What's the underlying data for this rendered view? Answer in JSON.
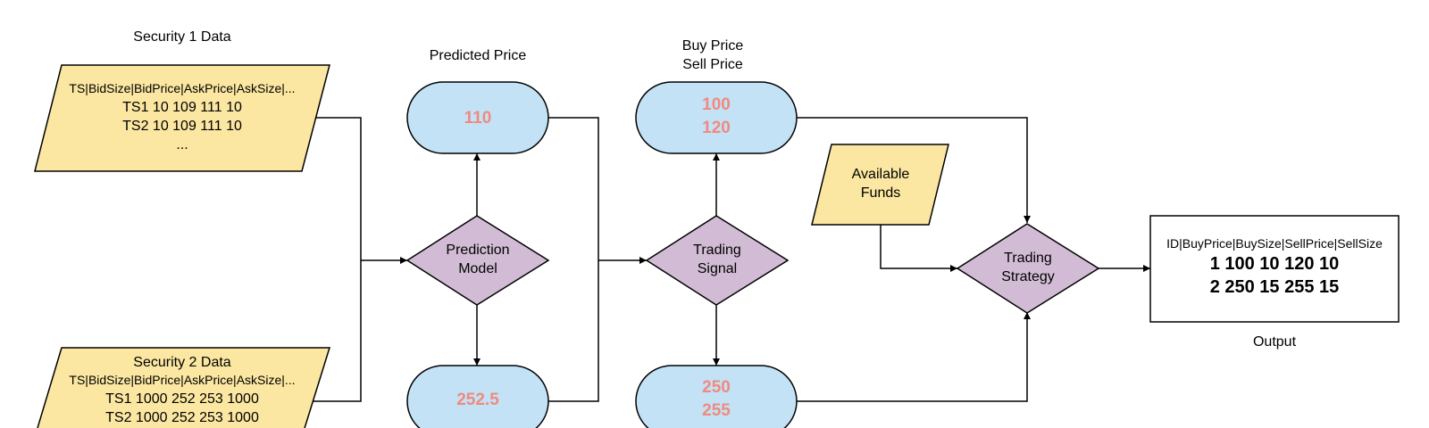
{
  "security1": {
    "title": "Security 1 Data",
    "header": "TS|BidSize|BidPrice|AskPrice|AskSize|...",
    "rows": [
      "TS1 10 109 111 10",
      "TS2 10 109 111 10",
      "..."
    ]
  },
  "security2": {
    "title": "Security 2 Data",
    "header": "TS|BidSize|BidPrice|AskPrice|AskSize|...",
    "rows": [
      "TS1 1000 252 253 1000",
      "TS2 1000 252 253 1000"
    ]
  },
  "predicted_price_label": "Predicted Price",
  "prediction_model": {
    "line1": "Prediction",
    "line2": "Model"
  },
  "predicted_top": "110",
  "predicted_bottom": "252.5",
  "buy_sell_label": {
    "line1": "Buy Price",
    "line2": "Sell Price"
  },
  "trading_signal": {
    "line1": "Trading",
    "line2": "Signal"
  },
  "signal_top": {
    "buy": "100",
    "sell": "120"
  },
  "signal_bottom": {
    "buy": "250",
    "sell": "255"
  },
  "available_funds": {
    "line1": "Available",
    "line2": "Funds"
  },
  "trading_strategy": {
    "line1": "Trading",
    "line2": "Strategy"
  },
  "output": {
    "header": "ID|BuyPrice|BuySize|SellPrice|SellSize",
    "rows": [
      "1 100 10 120 10",
      "2 250 15 255 15"
    ],
    "caption": "Output"
  },
  "colors": {
    "input_fill": "#fbe7a1",
    "terminal_fill": "#c3e2f5",
    "decision_fill": "#d2bcd5",
    "value_text": "#f08a80"
  }
}
